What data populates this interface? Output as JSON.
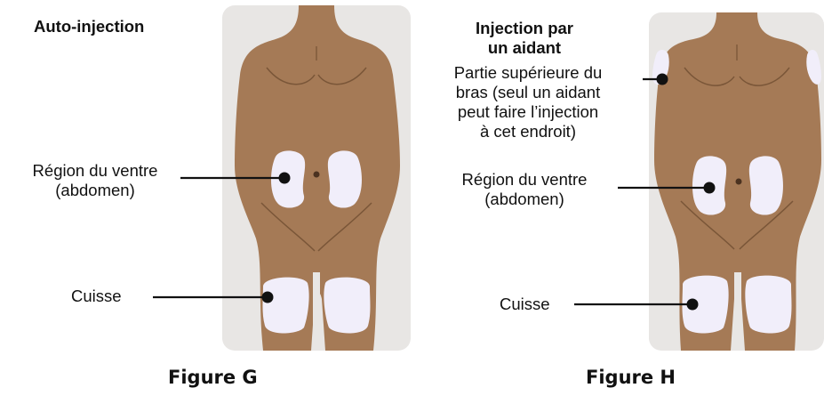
{
  "figure_g": {
    "title": "Auto-injection",
    "abdomen_label_line1": "Région du ventre",
    "abdomen_label_line2": "(abdomen)",
    "thigh_label": "Cuisse",
    "caption": "Figure G"
  },
  "figure_h": {
    "title_line1": "Injection par",
    "title_line2": "un aidant",
    "arm_label_line1": "Partie supérieure du",
    "arm_label_line2": "bras (seul un aidant",
    "arm_label_line3": "peut faire l’injection",
    "arm_label_line4": "à cet endroit)",
    "abdomen_label_line1": "Région du ventre",
    "abdomen_label_line2": "(abdomen)",
    "thigh_label": "Cuisse",
    "caption": "Figure H"
  },
  "colors": {
    "skin": "#a57a56",
    "skin_shadow": "#7a5638",
    "injection_area": "#f1eefa",
    "background_box": "#e8e6e4",
    "leader_line": "#111111"
  }
}
